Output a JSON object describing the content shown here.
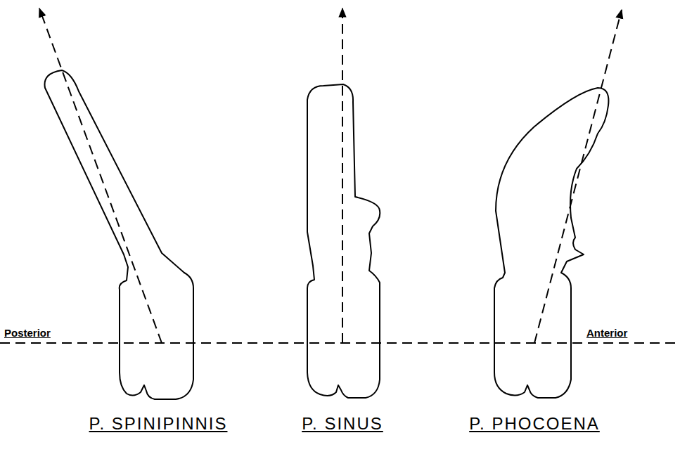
{
  "diagram": {
    "labels": [
      "Posterior",
      "Anterior",
      "P. SPINIPINNIS",
      "P. SINUS",
      "P. PHOCOENA"
    ]
  }
}
